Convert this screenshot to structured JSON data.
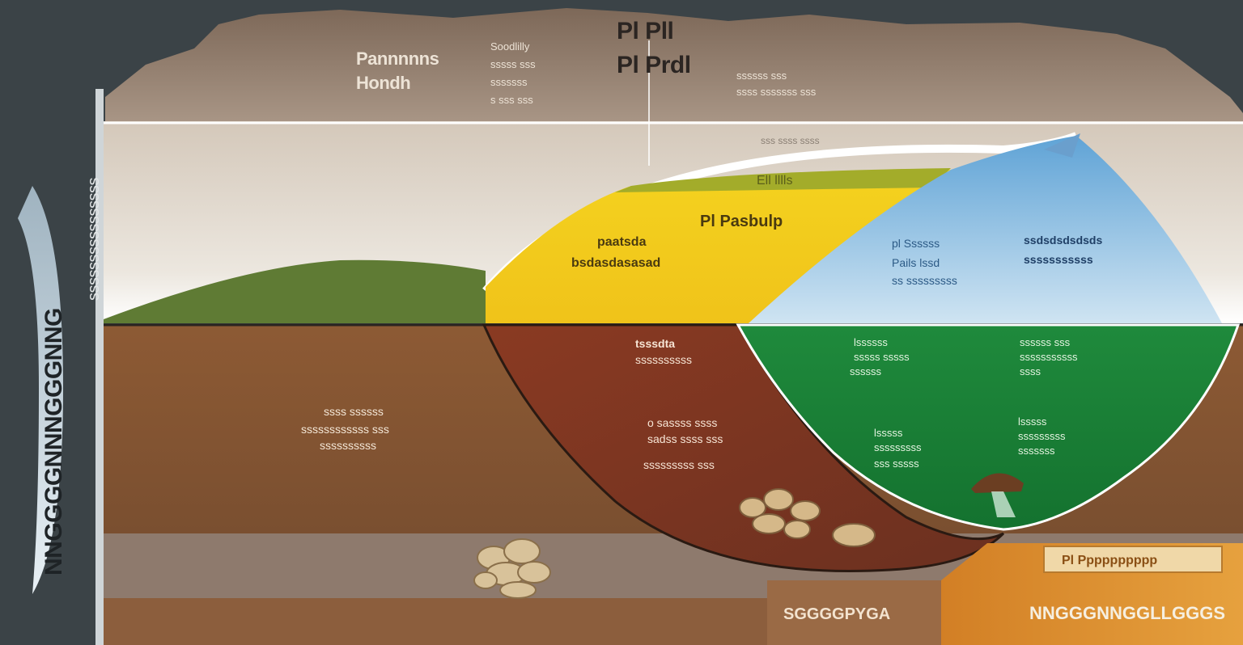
{
  "colors": {
    "background": "#3b4347",
    "sky_band": "#d9cfc2",
    "grass": "#5f7b34",
    "yellow_zone": "#f2cf1f",
    "blue_zone": "#a9cde6",
    "green_zone": "#1f8a3c",
    "soil": "#8a5a35",
    "red_soil": "#7a3420",
    "bedrock": "#8e7a6d",
    "orange_box": "#d98a2a"
  },
  "labels": {
    "top_heading_1": "Pl Pll",
    "top_heading_2": "Pl Prdl",
    "top_left_1": "Pannnnns",
    "top_left_2": "Hondh",
    "top_mid_1": "Soodlilly",
    "top_mid_2": "sssss sss",
    "top_mid_3": "sssssss",
    "top_mid_4": "s sss sss",
    "top_right_1": "ssssss sss",
    "top_right_2": "ssss sssssss sss",
    "upper_band": "sss  ssss  ssss",
    "green_cap": "Ell lllls",
    "yellow_title": "Pl Pasbulp",
    "yellow_1": "paatsda",
    "yellow_2": "bsdasdasasad",
    "blue_1": "pl Ssssss",
    "blue_2": "Pails lssd",
    "blue_3": "ss sssssssss",
    "blue_4": "ssdsdsdsdsds",
    "blue_5": "sssssssssss",
    "red_1": "tsssdta",
    "red_2": "ssssssssss",
    "red_3": "o sassss ssss",
    "red_4": "sadss ssss sss",
    "red_5": "sssssssss sss",
    "soil_1": "ssss ssssss",
    "soil_2": "ssssssssssss sss",
    "soil_3": "ssssssssss",
    "green_1": "lssssss",
    "green_2": "sssss sssss",
    "green_3": "ssssss",
    "green_4": "ssssss sss",
    "green_5": "sssssssssss",
    "green_6": "ssss",
    "green_7": "lsssss",
    "green_8": "sssssssss",
    "green_9": "sss sssss",
    "green_10": "lsssss",
    "green_11": "sssssssss",
    "green_12": "sssssss",
    "left_vertical": "NNGGGGNNNGGGNNG",
    "side_vertical": "ssssssssssssssss",
    "bottom_box_1": "SGGGGPYGA",
    "bottom_box_2": "NNGGGNNGGLLGGGS",
    "bottom_tag": "Pl Pppppppppp"
  }
}
